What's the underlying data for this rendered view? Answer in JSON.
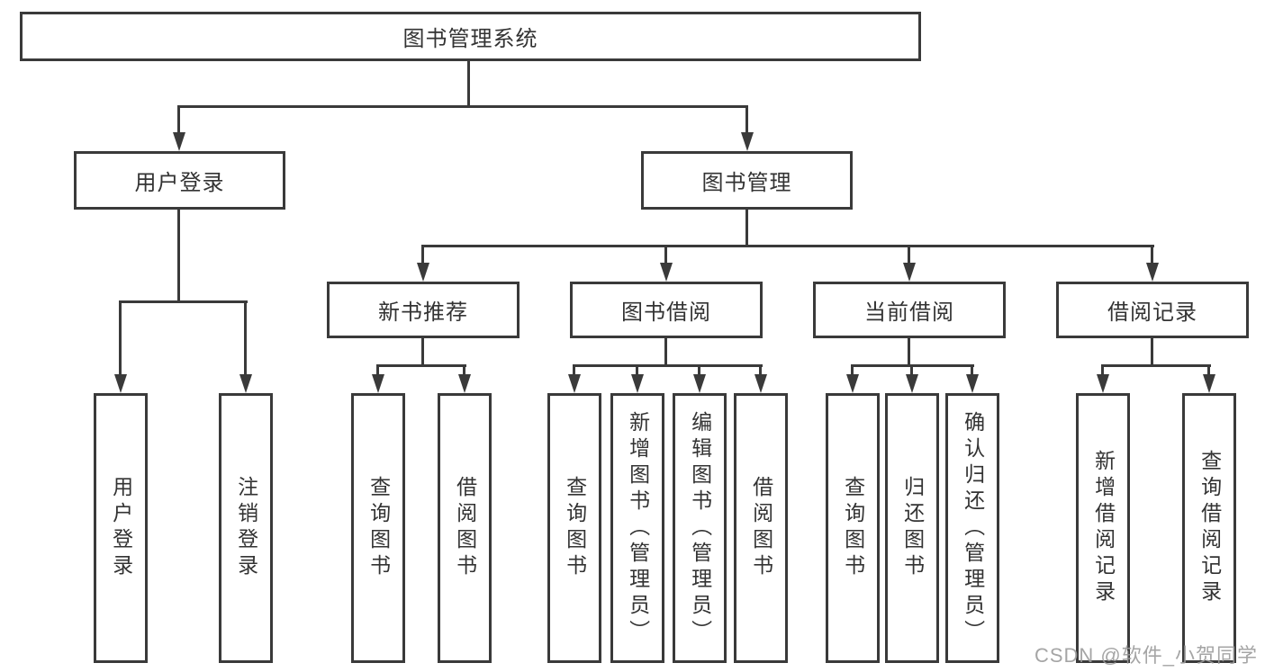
{
  "colors": {
    "line": "#3a3a3a",
    "text": "#333333",
    "background": "#ffffff",
    "watermark": "#9b9b9b"
  },
  "watermark": {
    "text": "CSDN @软件_小贺同学"
  },
  "tree": {
    "root": {
      "label": "图书管理系统"
    },
    "children": [
      {
        "label": "用户登录",
        "children": [
          {
            "label": "用户登录"
          },
          {
            "label": "注销登录"
          }
        ]
      },
      {
        "label": "图书管理",
        "children": [
          {
            "label": "新书推荐",
            "children": [
              {
                "label": "查询图书"
              },
              {
                "label": "借阅图书"
              }
            ]
          },
          {
            "label": "图书借阅",
            "children": [
              {
                "label": "查询图书"
              },
              {
                "label": "新增图书（管理员）"
              },
              {
                "label": "编辑图书（管理员）"
              },
              {
                "label": "借阅图书"
              }
            ]
          },
          {
            "label": "当前借阅",
            "children": [
              {
                "label": "查询图书"
              },
              {
                "label": "归还图书"
              },
              {
                "label": "确认归还（管理员）"
              }
            ]
          },
          {
            "label": "借阅记录",
            "children": [
              {
                "label": "新增借阅记录"
              },
              {
                "label": "查询借阅记录"
              }
            ]
          }
        ]
      }
    ]
  }
}
